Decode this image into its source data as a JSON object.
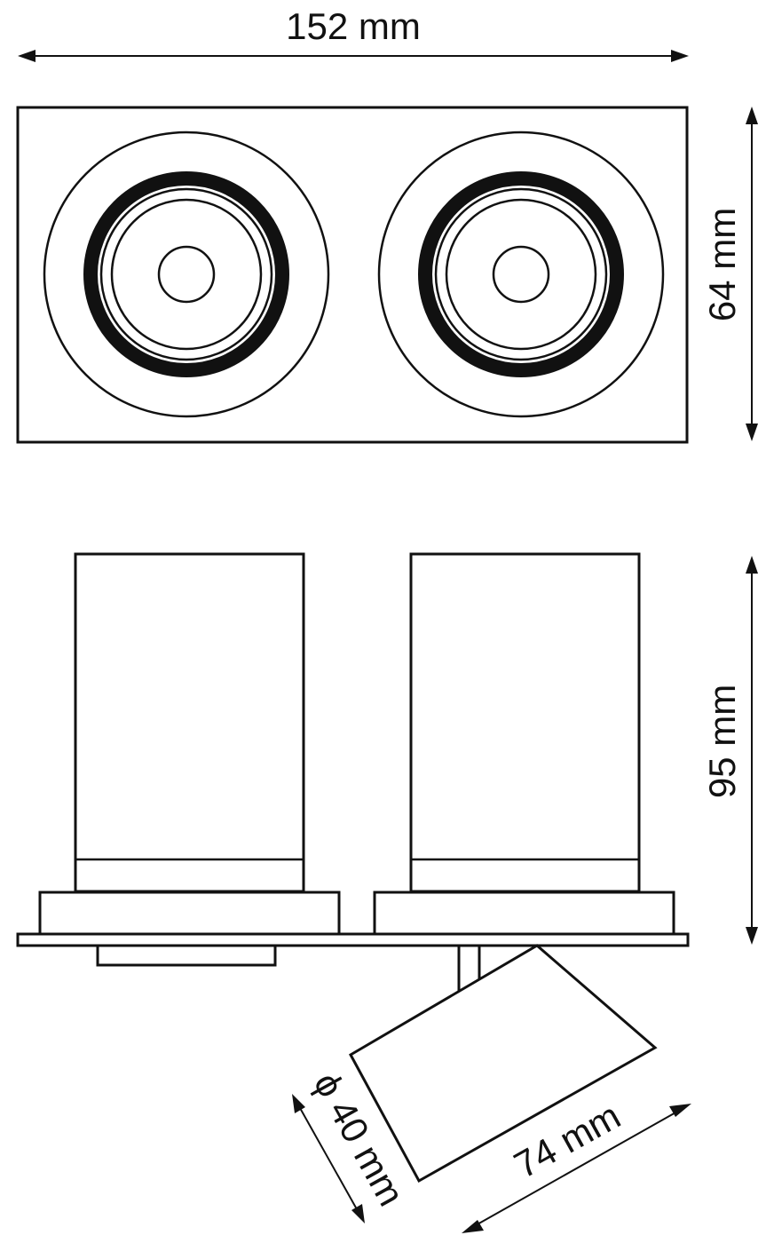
{
  "dimensions": {
    "width_label": "152 mm",
    "depth_label": "64 mm",
    "height_label": "95 mm",
    "diameter_label": "ϕ 40 mm",
    "length_label": "74 mm"
  }
}
